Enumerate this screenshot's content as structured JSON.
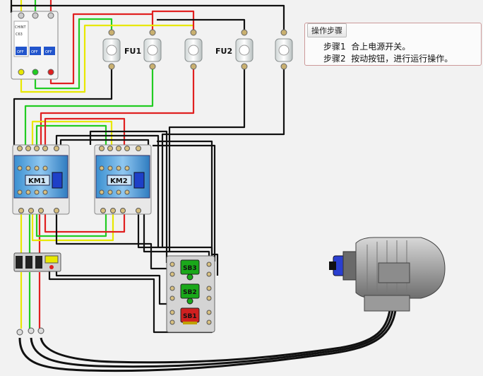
{
  "panel": {
    "tab_label": "操作步骤",
    "step1": "步骤1  合上电源开关。",
    "step2": "步骤2  按动按钮，进行运行操作。"
  },
  "labels": {
    "fu1": "FU1",
    "fu2": "FU2",
    "km1": "KM1",
    "km2": "KM2",
    "sb1": "SB1",
    "sb2": "SB2",
    "sb3": "SB3",
    "breaker_brand": "CHINT",
    "breaker_off": "OFF",
    "breaker_rating": "C63"
  },
  "colors": {
    "wire_yellow": "#e8e800",
    "wire_green": "#22cc22",
    "wire_red": "#e02020",
    "wire_black": "#111111",
    "contactor_blue": "#3a8fd0",
    "sb1_red": "#d02020",
    "sb_green": "#1aa81a",
    "motor_blue": "#2a3fd0"
  }
}
